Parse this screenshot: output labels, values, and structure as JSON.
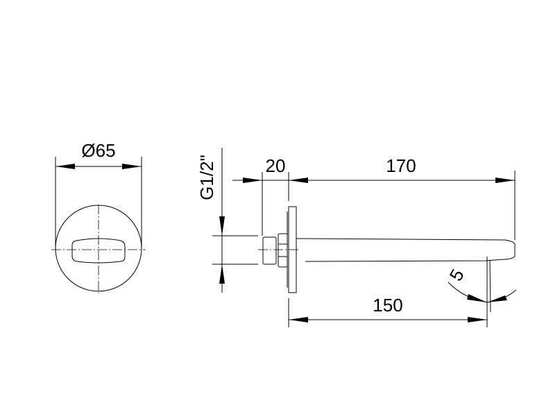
{
  "drawing": {
    "front_view": {
      "diameter_label": "Ø65"
    },
    "side_view": {
      "thread_label": "G1/2\"",
      "depth_label": "20",
      "total_length_label": "170",
      "spout_length_label": "150",
      "angle_label": "5"
    },
    "colors": {
      "line": "#000000",
      "background": "#ffffff"
    }
  }
}
